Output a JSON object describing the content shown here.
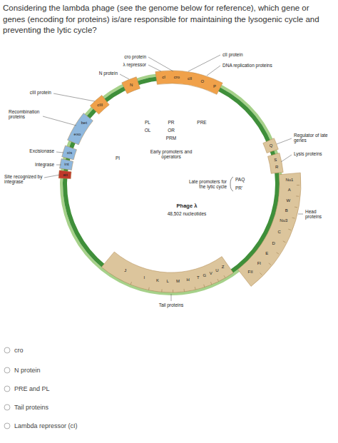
{
  "diagram": {
    "title": "Considering the lambda phage (see the genome below for reference), which gene or genes (encoding for proteins) is/are responsible for maintaining the lysogenic cycle and preventing the lytic cycle?",
    "labels": [
      "cro protein",
      "λ repressor",
      "cII protein",
      "DNA replication proteins",
      "N protein",
      "cIII protein",
      "Recombination proteins",
      "Regulator of late genes",
      "Lysis proteins",
      "Excisionase",
      "Integrase",
      "Site recognized by integrase",
      "Head proteins",
      "Tail proteins",
      "Early promoters and operators",
      "Late promoters for the lytic cycle",
      "Phage λ",
      "48,502 nucleotides",
      "PL",
      "OL",
      "PR",
      "OR",
      "PRM",
      "PRE",
      "PI",
      "PAQ",
      "PR'",
      "N",
      "cIII",
      "bet",
      "exo",
      "xis",
      "int",
      "att",
      "cI",
      "cro",
      "cII",
      "O",
      "P",
      "Q",
      "S",
      "R",
      "Nu1",
      "A",
      "W",
      "B",
      "Nu3",
      "C",
      "D",
      "E",
      "FI",
      "FII",
      "Z",
      "U",
      "V",
      "G",
      "T",
      "H",
      "M",
      "L",
      "K",
      "I",
      "J",
      "cro",
      "N protein",
      "PRE and PL",
      "Tail proteins",
      "Lambda repressor (cI)"
    ]
  }
}
